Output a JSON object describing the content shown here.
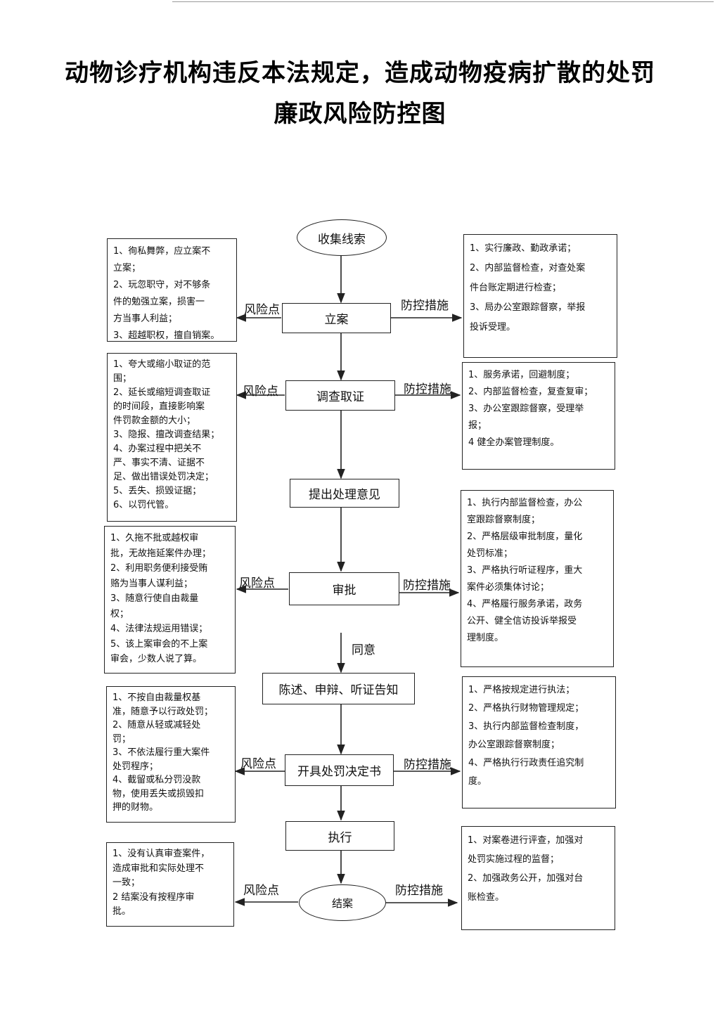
{
  "title": {
    "line1": "动物诊疗机构违反本法规定，造成动物疫病扩散的处罚",
    "line2": "廉政风险防控图"
  },
  "flow": {
    "start": "收集线索",
    "s1": "立案",
    "s2": "调查取证",
    "s3": "提出处理意见",
    "s4": "审批",
    "approve_label": "同意",
    "s5": "陈述、申辩、听证告知",
    "s6": "开具处罚决定书",
    "s7": "执行",
    "end": "结案"
  },
  "labels": {
    "risk": "风险点",
    "control": "防控措施"
  },
  "risks": {
    "r1": [
      "1、徇私舞弊，应立案不",
      "立案；",
      "2、玩忽职守，对不够条",
      "件的勉强立案，损害一",
      "方当事人利益；",
      "3、超越职权，擅自销案。"
    ],
    "r2": [
      "1、夸大或缩小取证的范",
      "围；",
      "2、延长或缩短调查取证",
      "的时间段，直接影响案",
      "件罚款金额的大小；",
      "3、隐报、擅改调查结果；",
      "4、办案过程中把关不",
      "严、事实不清、证据不",
      "足、做出错误处罚决定；",
      "5、丢失、损毁证据；",
      "6、以罚代管。"
    ],
    "r3": [
      "1、久拖不批或越权审",
      "批，无故拖延案件办理；",
      "2、利用职务便利接受贿",
      "赂为当事人谋利益；",
      "3、随意行使自由裁量",
      "权；",
      "4、法律法规运用错误；",
      "5、该上案审会的不上案",
      "审会，少数人说了算。"
    ],
    "r4": [
      "1、不按自由裁量权基",
      "准，随意予以行政处罚；",
      "2、随意从轻或减轻处",
      "罚；",
      "3、不依法履行重大案件",
      "处罚程序；",
      "4、截留或私分罚没款",
      "物，使用丢失或损毁扣",
      "押的财物。"
    ],
    "r5": [
      "1、没有认真审查案件，",
      "造成审批和实际处理不",
      "一致；",
      "2 结案没有按程序审",
      "批。"
    ]
  },
  "controls": {
    "c1": [
      "1、实行廉政、勤政承诺；",
      "2、内部监督检查，对查处案",
      "件台账定期进行检查；",
      "3、局办公室跟踪督察，举报",
      "投诉受理。"
    ],
    "c2": [
      "1、服务承诺，回避制度；",
      "2、内部监督检查，复查复审；",
      "3、办公室跟踪督察，受理举",
      "报；",
      "4 健全办案管理制度。"
    ],
    "c3": [
      "1、执行内部监督检查，办公",
      "室跟踪督察制度；",
      "2、严格层级审批制度，量化",
      "处罚标准；",
      "3、严格执行听证程序，重大",
      "案件必须集体讨论；",
      "4、严格履行服务承诺，政务",
      "公开、健全信访投诉举报受",
      "理制度。"
    ],
    "c4": [
      "1、严格按规定进行执法；",
      "2、严格执行财物管理规定；",
      "3、执行内部监督检查制度，",
      "办公室跟踪督察制度；",
      "4、严格执行行政责任追究制",
      "度。"
    ],
    "c5": [
      "1、对案卷进行评查，加强对",
      "处罚实施过程的监督；",
      "2、加强政务公开，加强对台",
      "账检查。"
    ]
  }
}
